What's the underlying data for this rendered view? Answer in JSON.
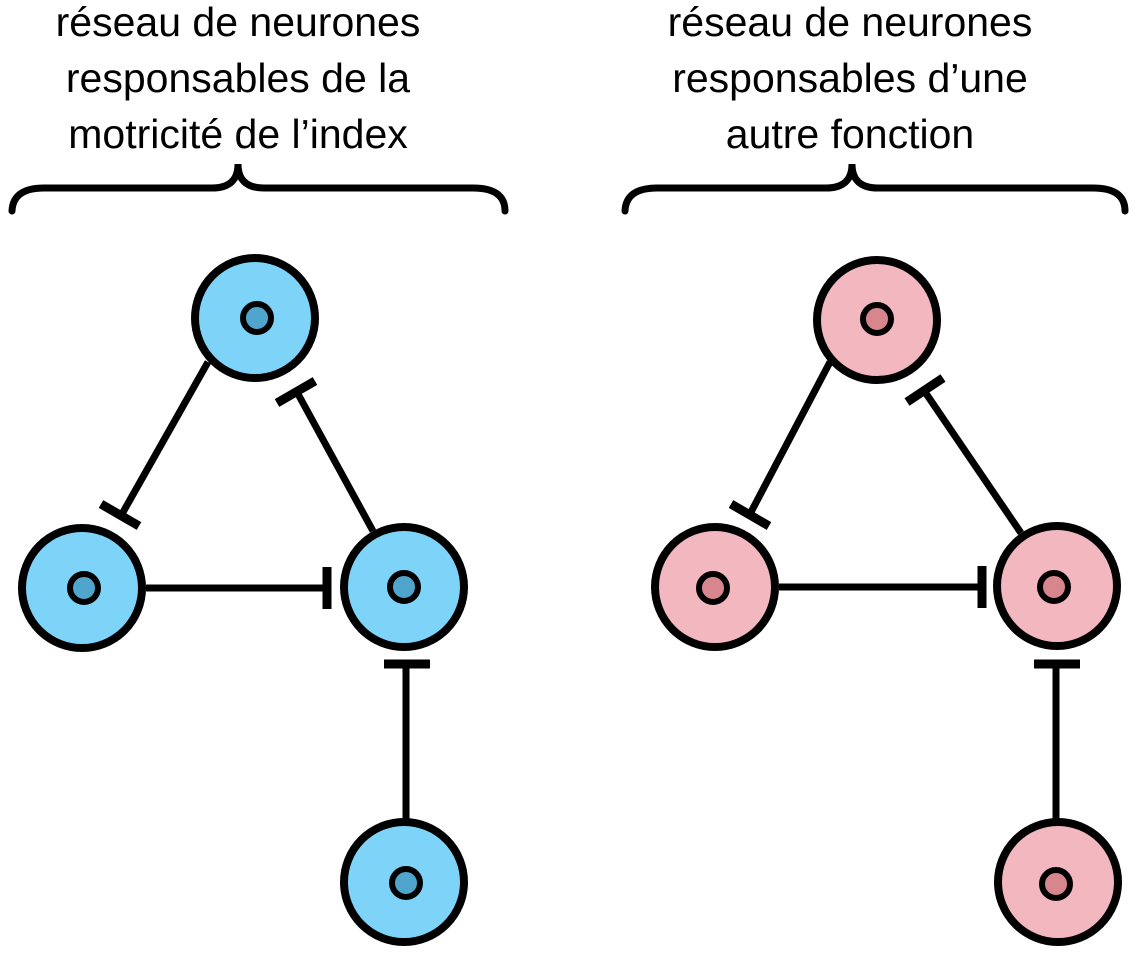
{
  "diagram": {
    "line_color": "#000000"
  },
  "networks": [
    {
      "id": "motricite-index",
      "title_lines": [
        "réseau de neurones",
        "responsables de la",
        "motricité de l’index"
      ],
      "cell_fill": "#7DD4F8",
      "nucleus_fill": "#4FA5CB"
    },
    {
      "id": "autre-fonction",
      "title_lines": [
        "réseau de neurones",
        "responsables d’une",
        "autre fonction"
      ],
      "cell_fill": "#F3B8BF",
      "nucleus_fill": "#D8868E"
    }
  ]
}
